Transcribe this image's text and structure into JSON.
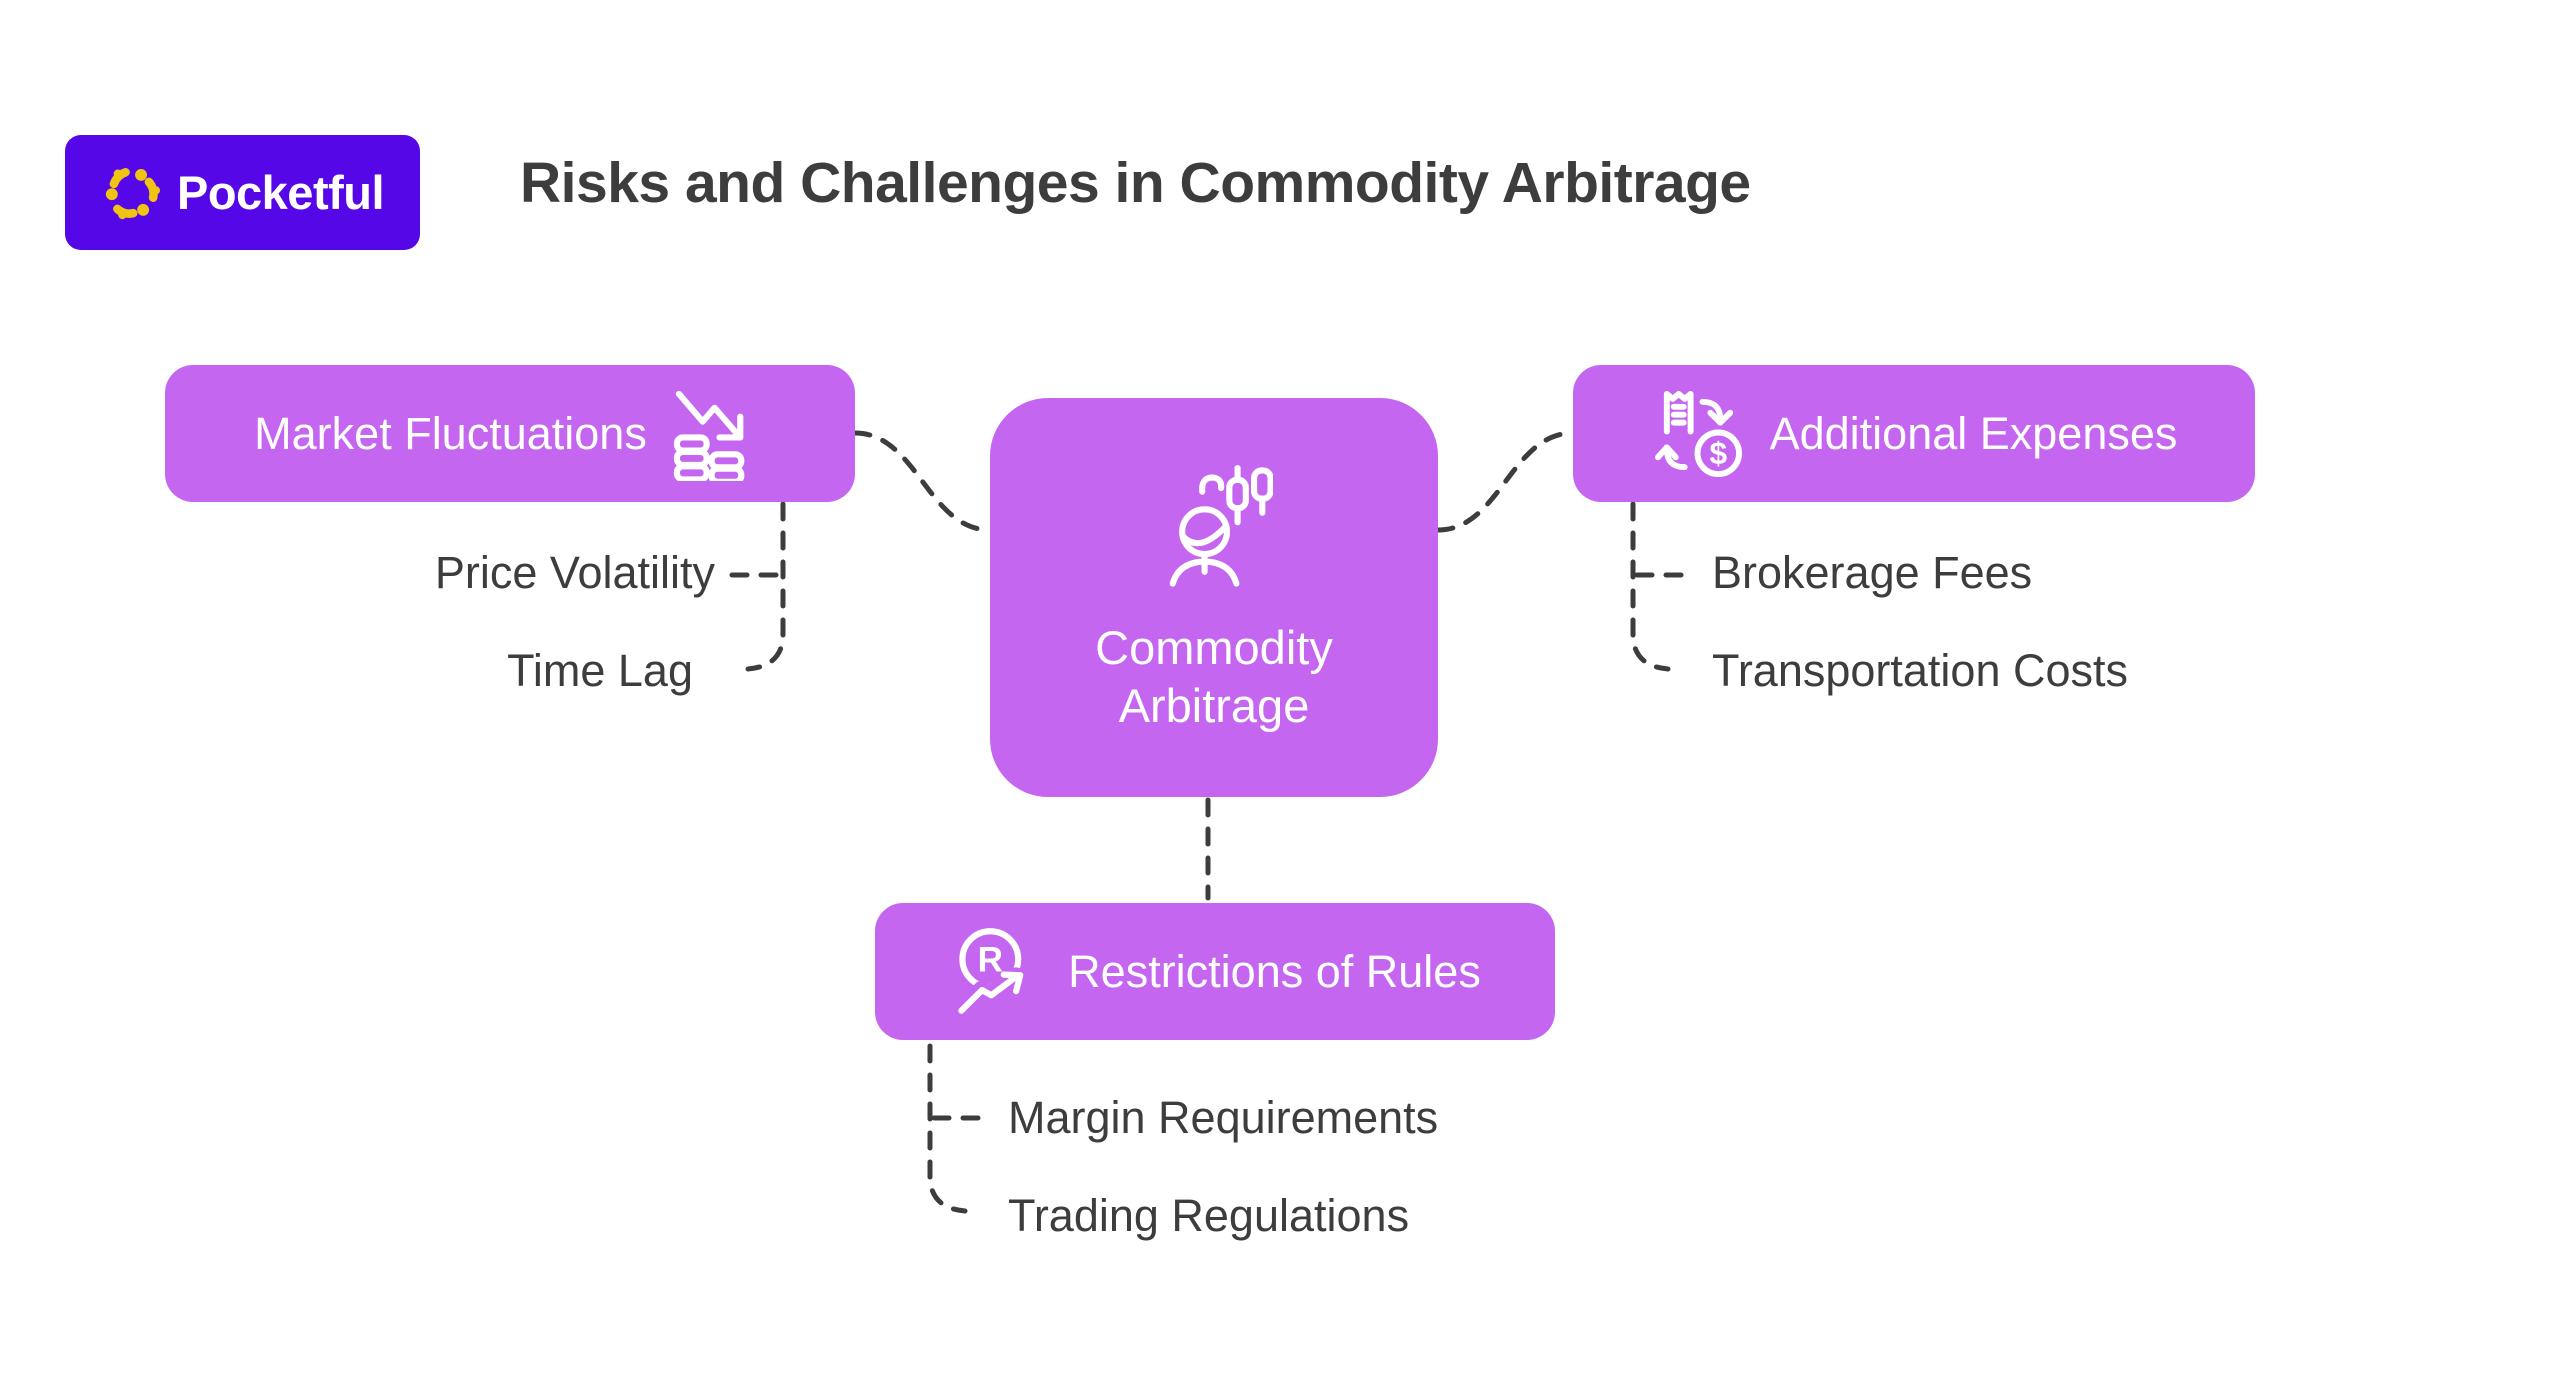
{
  "header": {
    "logo": {
      "text": "Pocketful",
      "bg_color": "#5507e8",
      "icon_color": "#f0c412"
    },
    "title": "Risks and Challenges in Commodity Arbitrage"
  },
  "colors": {
    "node_fill": "#c566f0",
    "node_text": "#ffffff",
    "label_text": "#3d3d3d",
    "connector": "#3d3d3d"
  },
  "icon_glyphs": {
    "dollar": "$",
    "r": "R"
  },
  "diagram": {
    "center": {
      "line1": "Commodity",
      "line2": "Arbitrage",
      "icon": "trader-candlesticks-icon"
    },
    "branches": [
      {
        "id": "market-fluctuations",
        "label": "Market Fluctuations",
        "icon": "declining-arrow-coins-icon",
        "children": [
          "Price Volatility",
          "Time Lag"
        ]
      },
      {
        "id": "additional-expenses",
        "label": "Additional Expenses",
        "icon": "invoice-currency-exchange-icon",
        "children": [
          "Brokerage Fees",
          "Transportation Costs"
        ]
      },
      {
        "id": "restrictions-of-rules",
        "label": "Restrictions of Rules",
        "icon": "rupee-circle-growth-arrow-icon",
        "children": [
          "Margin Requirements",
          "Trading Regulations"
        ]
      }
    ]
  }
}
